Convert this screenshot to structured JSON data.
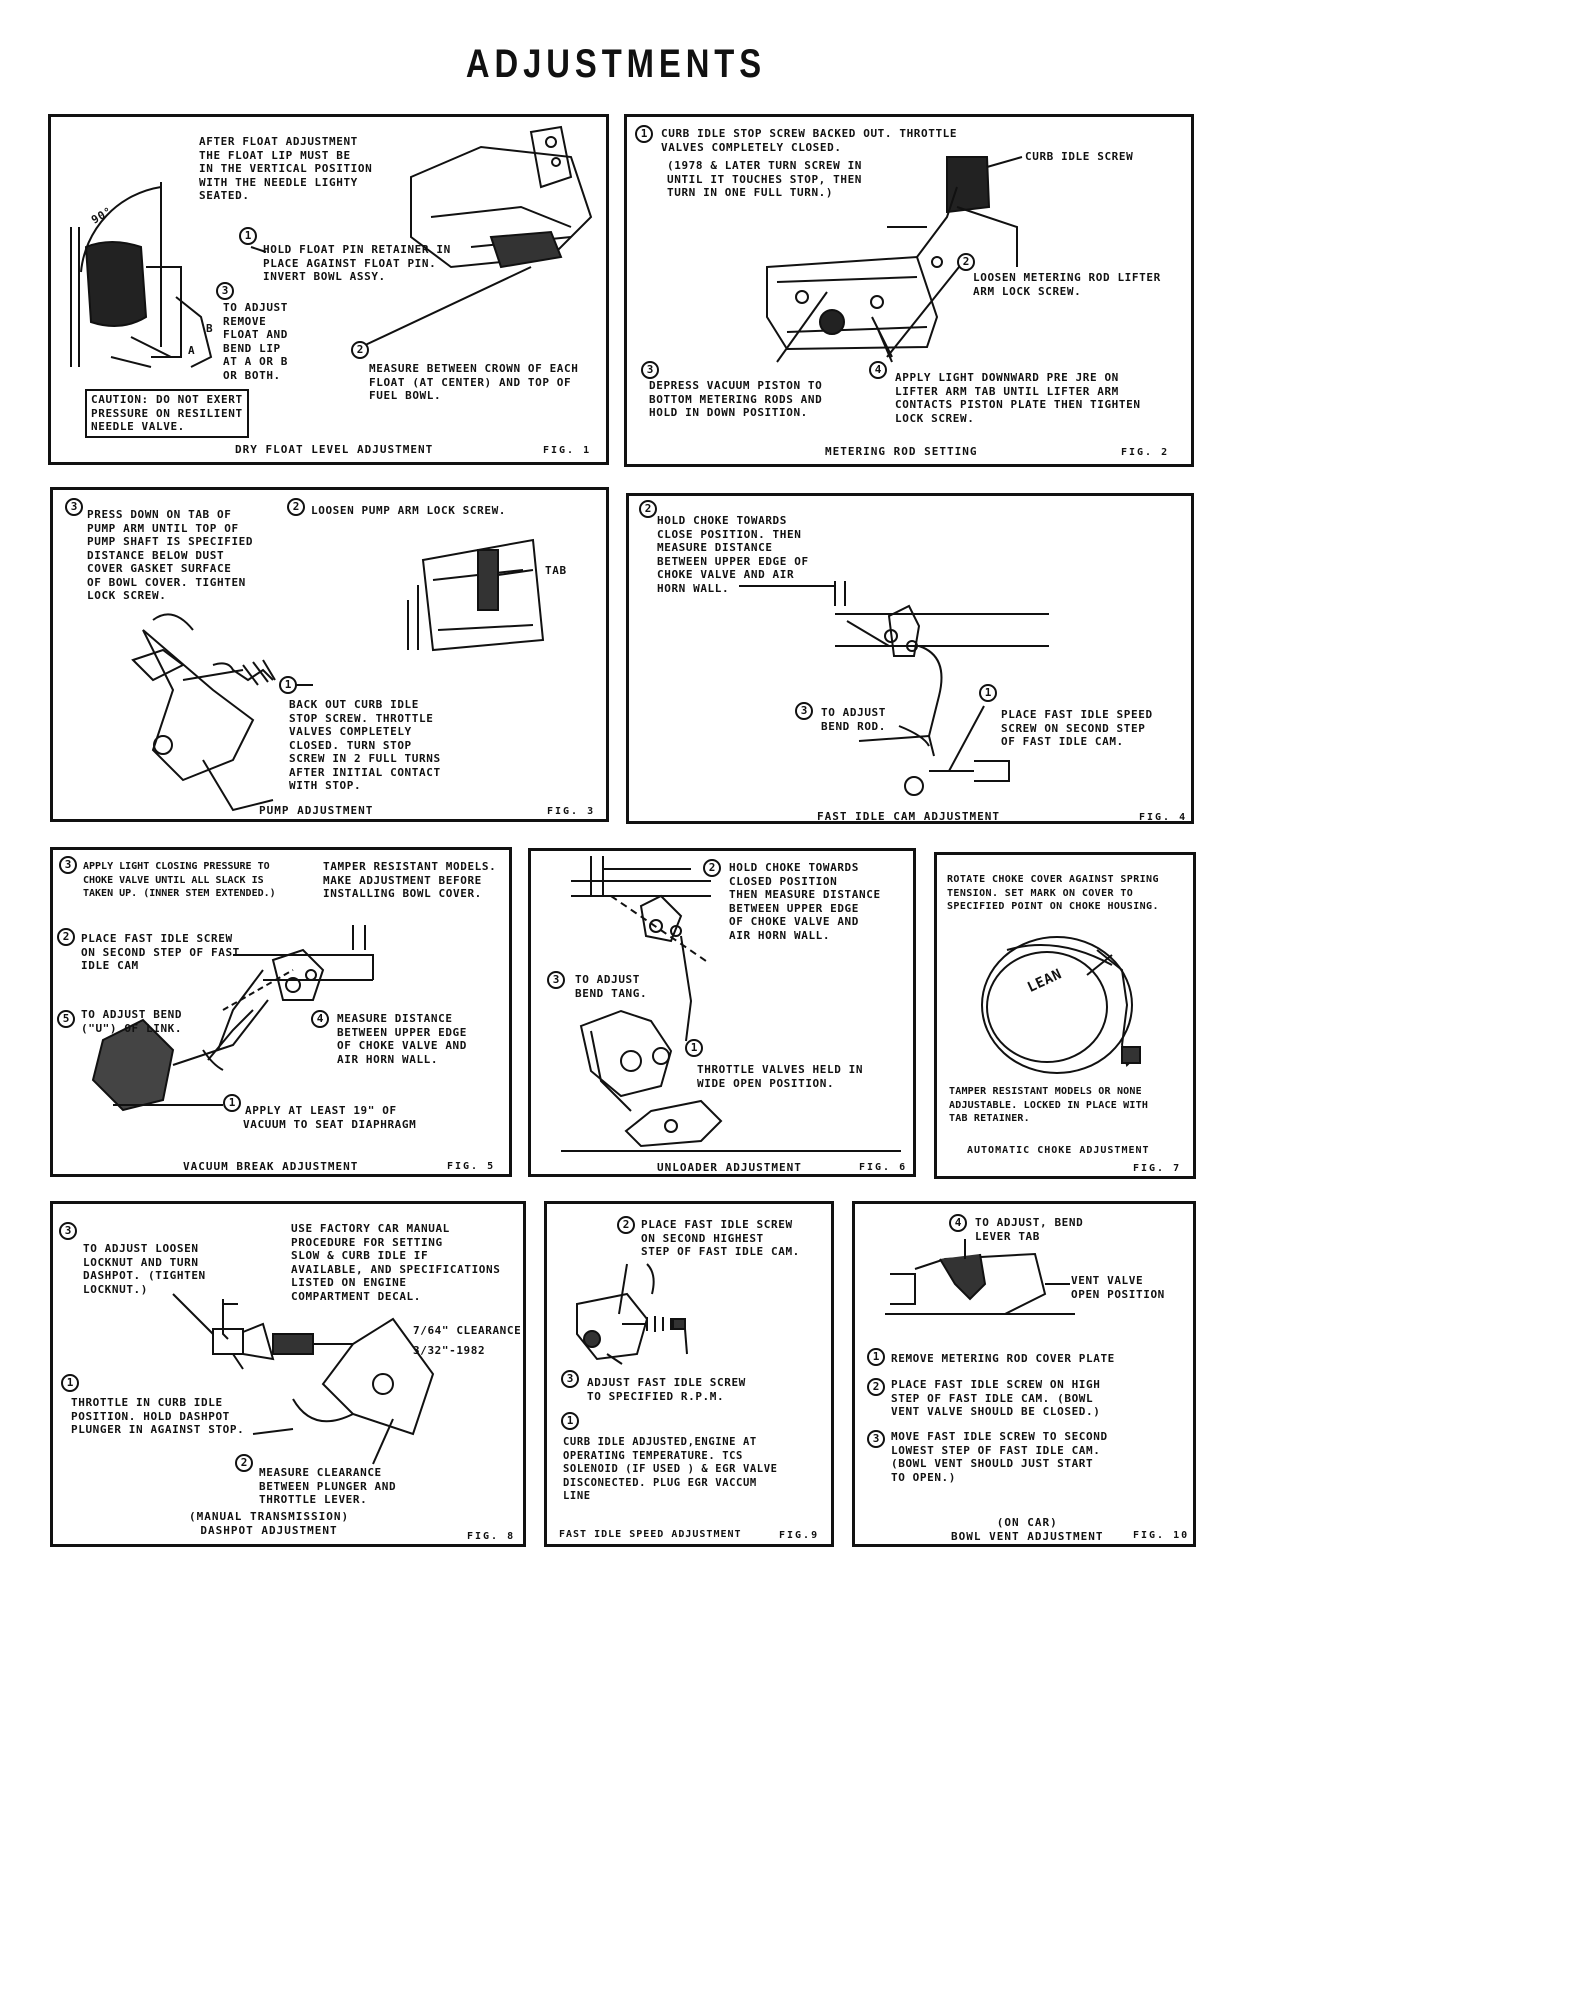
{
  "page_title": "ADJUSTMENTS",
  "fig1": {
    "note": "AFTER FLOAT ADJUSTMENT\nTHE FLOAT LIP MUST BE\nIN THE VERTICAL POSITION\nWITH THE NEEDLE LIGHTY\nSEATED.",
    "angle": "90°",
    "s1": "HOLD FLOAT PIN RETAINER IN\nPLACE AGAINST FLOAT PIN.\nINVERT BOWL ASSY.",
    "s3": "TO ADJUST\nREMOVE\nFLOAT AND\nBEND LIP\nAT A OR B\nOR BOTH.",
    "label_a": "A",
    "label_b": "B",
    "s2": "MEASURE BETWEEN CROWN OF EACH\nFLOAT (AT CENTER) AND TOP OF\nFUEL BOWL.",
    "caution": "CAUTION: DO NOT EXERT\nPRESSURE ON RESILIENT\nNEEDLE VALVE.",
    "caption": "DRY FLOAT LEVEL ADJUSTMENT",
    "fig": "FIG. 1"
  },
  "fig2": {
    "s1": "CURB IDLE STOP SCREW BACKED OUT. THROTTLE\nVALVES COMPLETELY CLOSED.",
    "s1b": "(1978 & LATER TURN SCREW IN\nUNTIL IT TOUCHES STOP, THEN\nTURN IN ONE FULL TURN.)",
    "curb": "CURB IDLE SCREW",
    "s2": "LOOSEN METERING ROD LIFTER\nARM LOCK SCREW.",
    "s3": "DEPRESS VACUUM PISTON TO\nBOTTOM METERING RODS AND\nHOLD IN DOWN POSITION.",
    "s4": "APPLY LIGHT DOWNWARD PRE  JRE ON\nLIFTER ARM TAB UNTIL LIFTER ARM\nCONTACTS PISTON PLATE THEN TIGHTEN\nLOCK SCREW.",
    "caption": "METERING ROD SETTING",
    "fig": "FIG. 2"
  },
  "fig3": {
    "s3": "PRESS DOWN ON TAB OF\nPUMP ARM UNTIL TOP OF\nPUMP SHAFT IS SPECIFIED\nDISTANCE BELOW DUST\nCOVER GASKET SURFACE\nOF BOWL COVER. TIGHTEN\nLOCK SCREW.",
    "s2": "LOOSEN PUMP ARM LOCK SCREW.",
    "tab": "TAB",
    "s1": "BACK OUT CURB IDLE\nSTOP SCREW. THROTTLE\nVALVES COMPLETELY\nCLOSED. TURN STOP\nSCREW IN 2 FULL TURNS\nAFTER INITIAL CONTACT\nWITH STOP.",
    "caption": "PUMP ADJUSTMENT",
    "fig": "FIG. 3"
  },
  "fig4": {
    "s2": "HOLD CHOKE TOWARDS\nCLOSE POSITION. THEN\nMEASURE DISTANCE\nBETWEEN UPPER EDGE OF\nCHOKE VALVE AND AIR\nHORN WALL.",
    "s3": "TO ADJUST\nBEND ROD.",
    "s1": "PLACE FAST IDLE SPEED\nSCREW ON SECOND STEP\nOF FAST IDLE CAM.",
    "caption": "FAST IDLE CAM ADJUSTMENT",
    "fig": "FIG. 4"
  },
  "fig5": {
    "s3": "APPLY LIGHT CLOSING PRESSURE TO\nCHOKE VALVE UNTIL ALL SLACK IS\nTAKEN UP. (INNER STEM EXTENDED.)",
    "tamper": "TAMPER RESISTANT MODELS.\nMAKE ADJUSTMENT BEFORE\nINSTALLING BOWL COVER.",
    "s2": "PLACE FAST IDLE SCREW\nON SECOND STEP OF FAST\nIDLE CAM",
    "s5": "TO ADJUST BEND\n(\"U\") OF LINK.",
    "s4": "MEASURE DISTANCE\nBETWEEN UPPER EDGE\nOF CHOKE VALVE AND\nAIR HORN WALL.",
    "s1": "APPLY AT LEAST 19\" OF",
    "s1b": "VACUUM TO SEAT DIAPHRAGM",
    "caption": "VACUUM BREAK ADJUSTMENT",
    "fig": "FIG. 5"
  },
  "fig6": {
    "s2": "HOLD CHOKE TOWARDS\nCLOSED POSITION\nTHEN MEASURE DISTANCE\nBETWEEN UPPER EDGE\nOF CHOKE VALVE AND\nAIR HORN WALL.",
    "s3": "TO ADJUST\nBEND TANG.",
    "s1": "THROTTLE VALVES HELD IN\nWIDE OPEN POSITION.",
    "caption": "UNLOADER ADJUSTMENT",
    "fig": "FIG. 6"
  },
  "fig7": {
    "top": "ROTATE CHOKE COVER AGAINST SPRING\nTENSION. SET MARK ON COVER TO\nSPECIFIED POINT ON CHOKE HOUSING.",
    "lean": "LEAN",
    "tamper": "TAMPER RESISTANT MODELS OR NONE\nADJUSTABLE. LOCKED IN PLACE WITH\nTAB RETAINER.",
    "caption": "AUTOMATIC CHOKE ADJUSTMENT",
    "fig": "FIG. 7"
  },
  "fig8": {
    "s3": "TO ADJUST LOOSEN\nLOCKNUT AND TURN\nDASHPOT. (TIGHTEN\nLOCKNUT.)",
    "use": "USE FACTORY CAR MANUAL\nPROCEDURE FOR SETTING\nSLOW & CURB IDLE IF\nAVAILABLE, AND SPECIFICATIONS\nLISTED ON ENGINE\nCOMPARTMENT DECAL.",
    "clear1": "7/64\" CLEARANCE",
    "clear2": "3/32\"-1982",
    "s1": "THROTTLE IN CURB IDLE\nPOSITION. HOLD DASHPOT\nPLUNGER IN AGAINST STOP.",
    "s2": "MEASURE CLEARANCE\nBETWEEN PLUNGER AND\nTHROTTLE LEVER.",
    "caption": "(MANUAL TRANSMISSION)\nDASHPOT ADJUSTMENT",
    "fig": "FIG. 8"
  },
  "fig9": {
    "s2": "PLACE FAST IDLE SCREW\nON SECOND HIGHEST\nSTEP OF FAST IDLE CAM.",
    "s3": "ADJUST FAST IDLE SCREW\nTO SPECIFIED R.P.M.",
    "s1": "CURB IDLE ADJUSTED,ENGINE AT\nOPERATING TEMPERATURE. TCS\nSOLENOID (IF USED ) & EGR VALVE\nDISCONECTED. PLUG EGR VACCUM\nLINE",
    "caption": "FAST IDLE SPEED ADJUSTMENT",
    "fig": "FIG.9"
  },
  "fig10": {
    "s4": "TO ADJUST, BEND\nLEVER TAB",
    "vent": "VENT VALVE\nOPEN POSITION",
    "s1": "REMOVE METERING ROD COVER PLATE",
    "s2": "PLACE FAST IDLE SCREW ON HIGH\nSTEP OF FAST IDLE CAM. (BOWL\nVENT VALVE SHOULD BE CLOSED.)",
    "s3": "MOVE FAST IDLE SCREW TO SECOND\nLOWEST STEP OF FAST IDLE CAM.\n(BOWL VENT SHOULD JUST START\nTO OPEN.)",
    "caption": "(ON CAR)\nBOWL VENT ADJUSTMENT",
    "fig": "FIG. 10"
  },
  "step_numbers": {
    "one": "1",
    "two": "2",
    "three": "3",
    "four": "4",
    "five": "5"
  }
}
